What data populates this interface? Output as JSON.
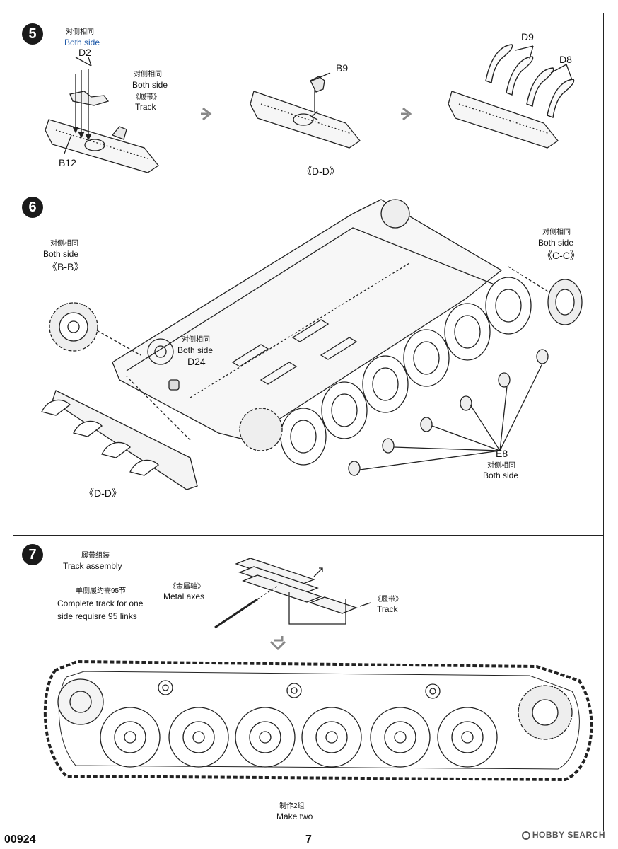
{
  "step5": {
    "number": "5",
    "both_side_cn_1": "对侧相同",
    "both_side_en_1": "Both side",
    "part_d2": "D2",
    "both_side_cn_2": "对侧相同",
    "both_side_en_2": "Both side",
    "track_cn": "《履带》",
    "track_en": "Track",
    "part_b12": "B12",
    "part_b9": "B9",
    "subassembly_dd": "《D-D》",
    "part_d9": "D9",
    "part_d8": "D8"
  },
  "step6": {
    "number": "6",
    "bb_cn": "对侧相同",
    "bb_en": "Both side",
    "bb_label": "《B-B》",
    "d24_cn": "对侧相同",
    "d24_en": "Both side",
    "part_d24": "D24",
    "cc_cn": "对侧相同",
    "cc_en": "Both side",
    "cc_label": "《C-C》",
    "part_e8": "E8",
    "e8_cn": "对侧相同",
    "e8_en": "Both side",
    "dd_label": "《D-D》"
  },
  "step7": {
    "number": "7",
    "track_assembly_cn": "履带组装",
    "track_assembly_en": "Track assembly",
    "links_cn": "单侧履约需95节",
    "links_en_1": "Complete track for one",
    "links_en_2": "side requisre 95 links",
    "metal_axes_cn": "《金属轴》",
    "metal_axes_en": "Metal  axes",
    "track_cn": "《履带》",
    "track_en": "Track",
    "make_two_cn": "制作2组",
    "make_two_en": "Make two"
  },
  "footer": {
    "kit_number": "00924",
    "page_number": "7",
    "watermark": "HOBBY SEARCH"
  }
}
